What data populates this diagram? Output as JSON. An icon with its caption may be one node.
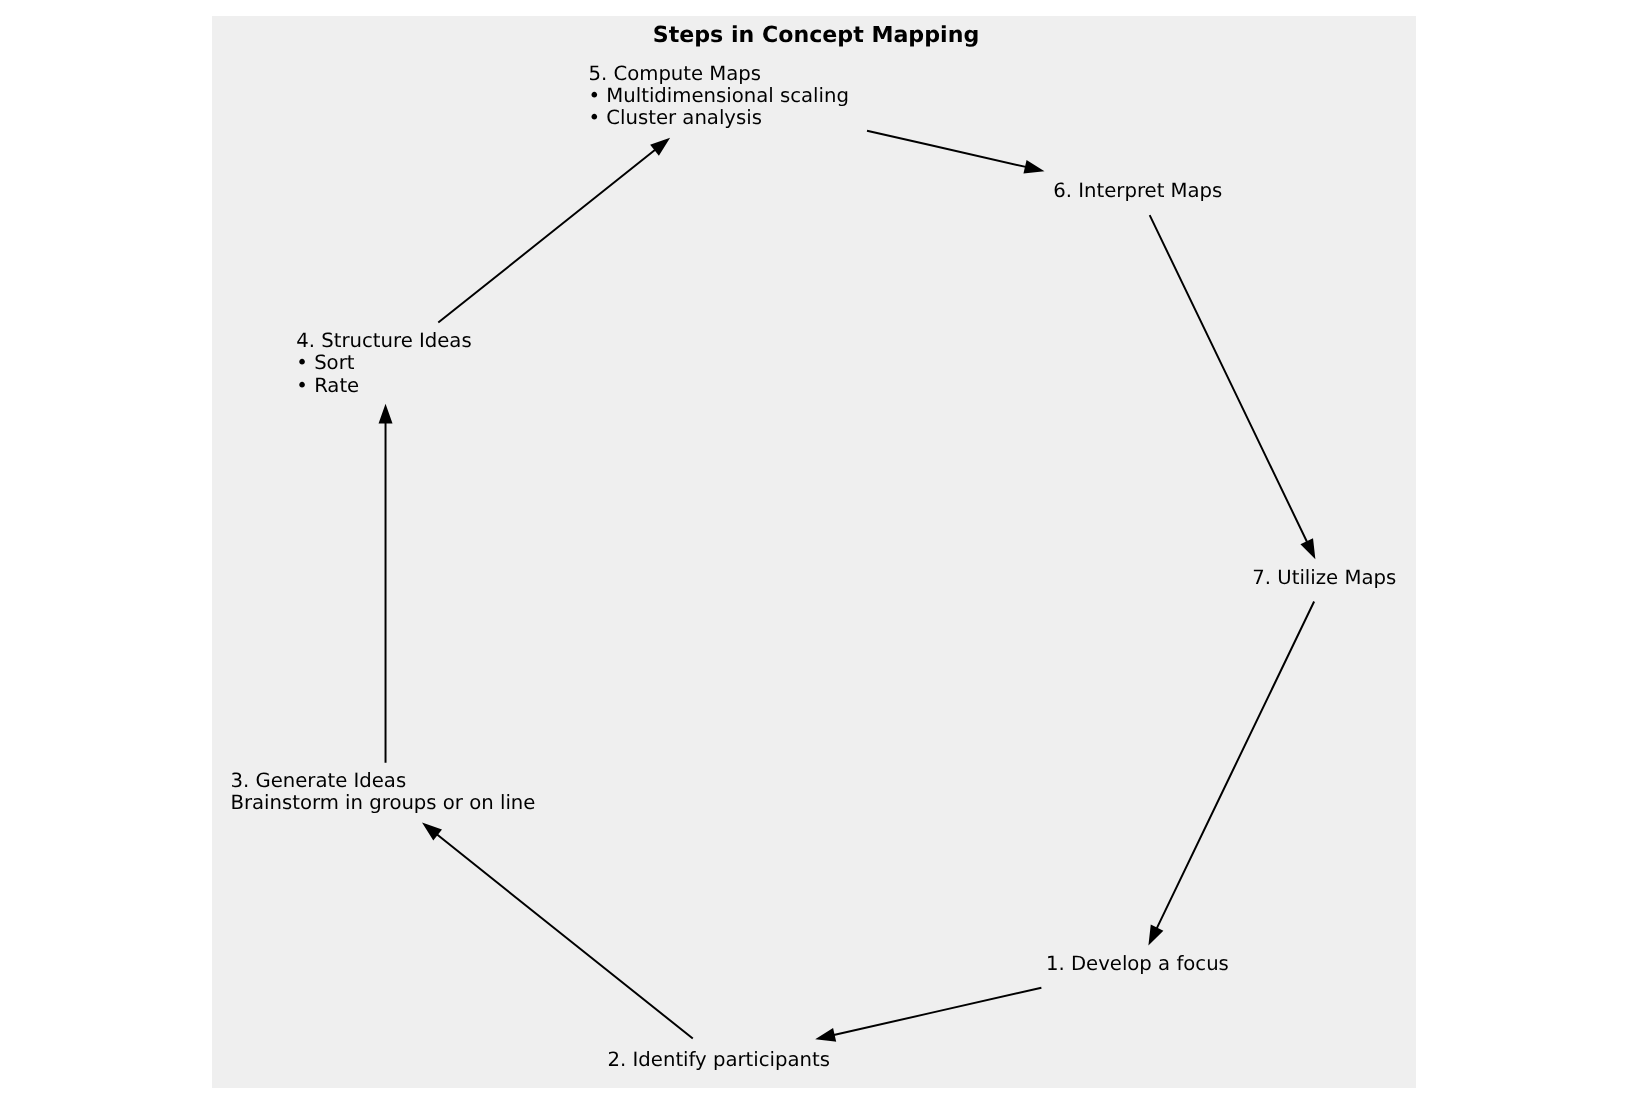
{
  "diagram": {
    "title": "Steps in Concept Mapping",
    "nodes": [
      {
        "text": [
          "1. Develop a focus"
        ]
      },
      {
        "text": [
          "2. Identify participants"
        ]
      },
      {
        "text": [
          "3. Generate Ideas",
          "Brainstorm in groups or on line"
        ]
      },
      {
        "text": [
          "4. Structure Ideas",
          "• Sort",
          "• Rate"
        ]
      },
      {
        "text": [
          "5. Compute Maps",
          "• Multidimensional scaling",
          "• Cluster analysis"
        ]
      },
      {
        "text": [
          "6. Interpret Maps"
        ]
      },
      {
        "text": [
          "7. Utilize Maps"
        ]
      }
    ],
    "edges": [
      {
        "from": 0,
        "to": 1,
        "arrow": "to"
      },
      {
        "from": 1,
        "to": 2,
        "arrow": "to"
      },
      {
        "from": 2,
        "to": 3,
        "arrow": "to"
      },
      {
        "from": 3,
        "to": 4,
        "arrow": "to"
      },
      {
        "from": 4,
        "to": 5,
        "arrow": "to"
      },
      {
        "from": 5,
        "to": 6,
        "arrow": "to"
      },
      {
        "from": 6,
        "to": 0,
        "arrow": "to"
      }
    ]
  }
}
